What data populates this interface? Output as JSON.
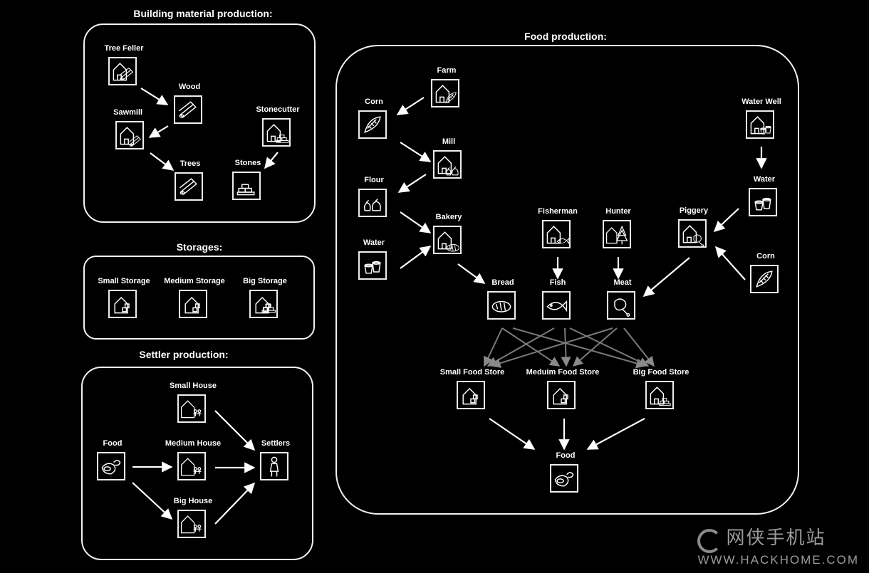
{
  "sections": {
    "building": "Building material production:",
    "storages": "Storages:",
    "settler": "Settler production:",
    "food": "Food production:"
  },
  "nodes": {
    "tree_feller": "Tree Feller",
    "wood": "Wood",
    "sawmill": "Sawmill",
    "stonecutter": "Stonecutter",
    "trees": "Trees",
    "stones": "Stones",
    "small_storage": "Small Storage",
    "medium_storage": "Medium Storage",
    "big_storage": "Big Storage",
    "small_house": "Small House",
    "food_settler": "Food",
    "medium_house": "Medium House",
    "settlers": "Settlers",
    "big_house": "Big House",
    "farm": "Farm",
    "corn": "Corn",
    "mill": "Mill",
    "flour": "Flour",
    "water_left": "Water",
    "bakery": "Bakery",
    "fisherman": "Fisherman",
    "hunter": "Hunter",
    "piggery": "Piggery",
    "water_well": "Water Well",
    "water_right": "Water",
    "corn_right": "Corn",
    "bread": "Bread",
    "fish": "Fish",
    "meat": "Meat",
    "small_food_store": "Small Food Store",
    "medium_food_store": "Meduim Food Store",
    "big_food_store": "Big Food Store",
    "food_final": "Food"
  },
  "icons": {
    "tree_feller": "house-with-logs-icon",
    "wood": "logs-icon",
    "sawmill": "house-with-saw-icon",
    "stonecutter": "house-with-stones-icon",
    "trees": "planks-icon",
    "stones": "stone-blocks-icon",
    "small_storage": "small-storage-icon",
    "medium_storage": "medium-storage-icon",
    "big_storage": "big-storage-icon",
    "small_house": "small-house-icon",
    "food_settler": "food-basket-icon",
    "medium_house": "medium-house-icon",
    "settlers": "settler-person-icon",
    "big_house": "big-house-icon",
    "farm": "farm-icon",
    "corn": "corn-icon",
    "mill": "mill-icon",
    "flour": "flour-sacks-icon",
    "water_left": "water-buckets-icon",
    "bakery": "bakery-icon",
    "fisherman": "fisherman-icon",
    "hunter": "hunter-icon",
    "piggery": "piggery-icon",
    "water_well": "water-well-icon",
    "water_right": "water-buckets-icon",
    "corn_right": "corn-icon",
    "bread": "bread-icon",
    "fish": "fish-icon",
    "meat": "meat-icon",
    "small_food_store": "small-food-store-icon",
    "medium_food_store": "medium-food-store-icon",
    "big_food_store": "big-food-store-icon",
    "food_final": "food-basket-icon"
  },
  "watermark": {
    "chinese": "网侠手机站",
    "url": "WWW.HACKHOME.COM"
  },
  "colors": {
    "background": "#000000",
    "line": "#ffffff",
    "faint_line": "#7a7a7a"
  }
}
